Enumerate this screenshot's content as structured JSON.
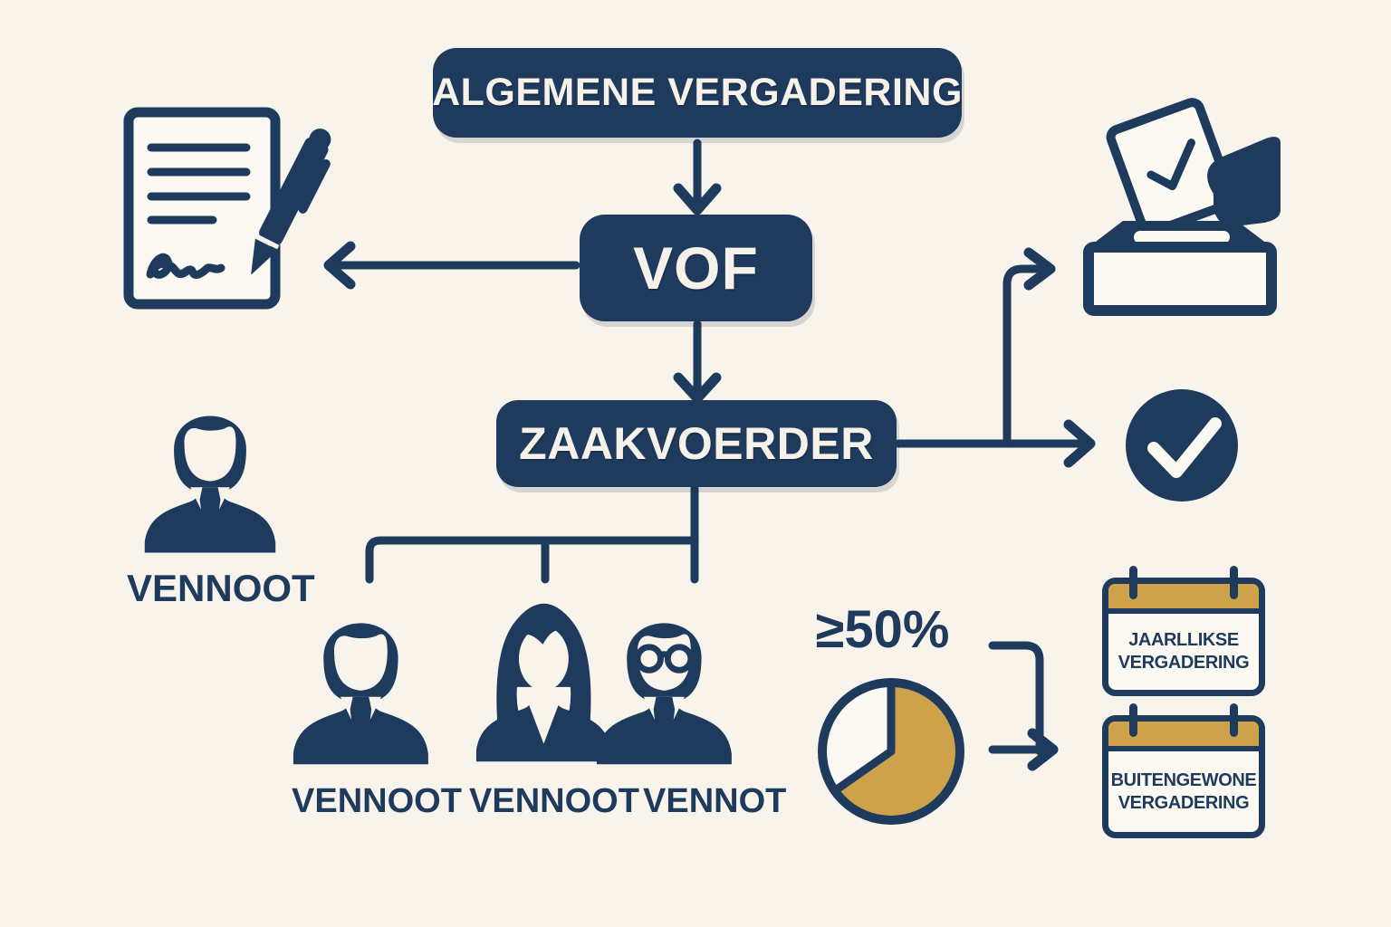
{
  "palette": {
    "background": "#f8f4ec",
    "navy": "#1e3a5c",
    "gold": "#cda24a",
    "paper": "#fcf9f2",
    "box_text": "#f6f2e9"
  },
  "nodes": {
    "algemene_vergadering": "ALGEMENE VERGADERING",
    "vof": "VOF",
    "zaakvoerder": "ZAAKVOERDER"
  },
  "partners": {
    "senior_label": "VENNOOT",
    "row": [
      {
        "label": "VENNOOT",
        "type": "man"
      },
      {
        "label": "VENNOOT",
        "type": "woman"
      },
      {
        "label": "VENNOT",
        "type": "man-glasses"
      }
    ]
  },
  "quorum": {
    "label": "≥50%"
  },
  "chart_data": {
    "type": "pie",
    "values": [
      65,
      35
    ],
    "colors": [
      "#cda24a",
      "#fcf9f2"
    ],
    "title": "≥50%",
    "legend_position": "none"
  },
  "meetings": [
    {
      "line1": "JAARLLIKSE",
      "line2": "VERGADERING"
    },
    {
      "line1": "BUITENGEWONE",
      "line2": "VERGADERING"
    }
  ],
  "icons": {
    "contract": "signed-document-with-pen-icon",
    "ballot": "ballot-box-icon",
    "approval": "check-circle-icon",
    "partner_senior": "businessman-icon",
    "partner_1": "businessman-icon",
    "partner_2": "businesswoman-icon",
    "partner_3": "businessman-glasses-icon",
    "meeting_annual": "calendar-icon",
    "meeting_extraordinary": "calendar-icon",
    "quorum_chart": "pie-chart-icon"
  }
}
